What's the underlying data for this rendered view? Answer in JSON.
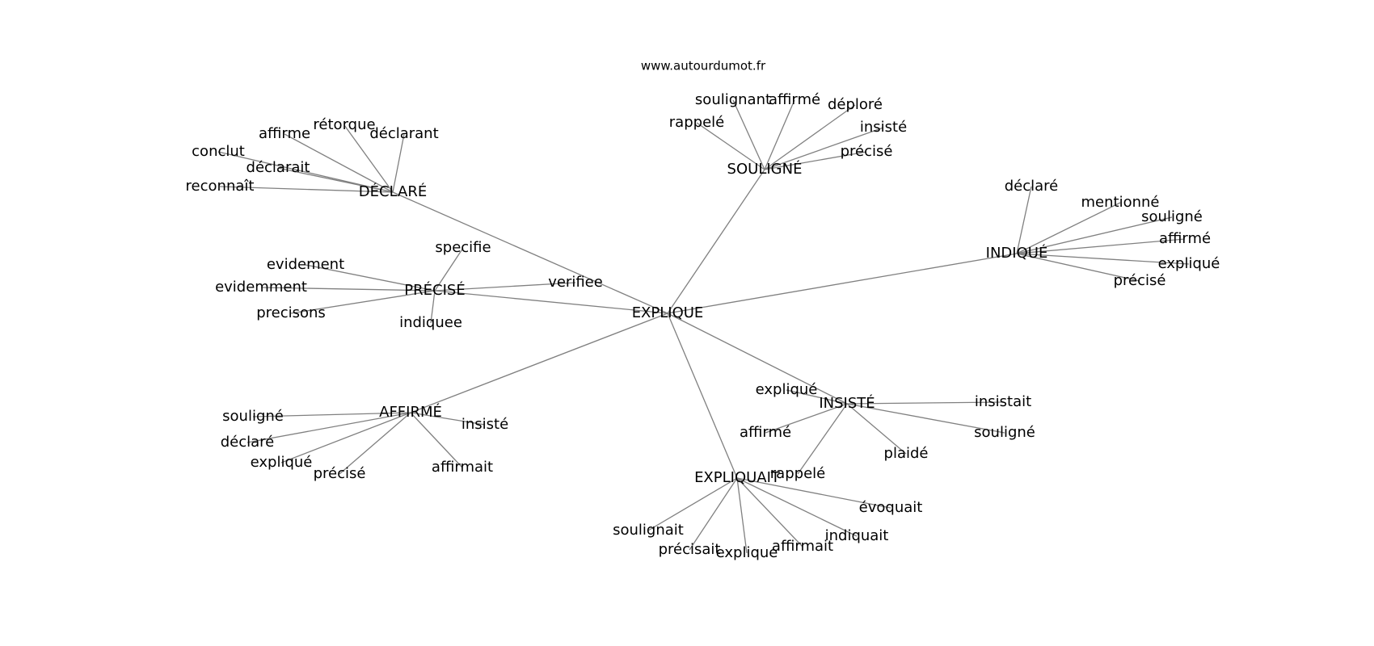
{
  "source": "www.autourdumot.fr",
  "colors": {
    "edge": "#808080",
    "text": "#000000",
    "background": "#ffffff"
  },
  "graph": {
    "center": "EXPLIQUE",
    "groups": [
      {
        "id": "declare",
        "label": "DÉCLARÉ",
        "words": [
          "conclut",
          "affirme",
          "rétorque",
          "déclarant",
          "déclarait",
          "reconnaît"
        ]
      },
      {
        "id": "souligne",
        "label": "SOULIGNÉ",
        "words": [
          "soulignant",
          "affirmé",
          "déploré",
          "rappelé",
          "insisté",
          "précisé"
        ]
      },
      {
        "id": "indique",
        "label": "INDIQUÉ",
        "words": [
          "déclaré",
          "mentionné",
          "souligné",
          "affirmé",
          "expliqué",
          "précisé"
        ]
      },
      {
        "id": "precise",
        "label": "PRÉCISÉ",
        "words": [
          "evidement",
          "specifie",
          "evidemment",
          "precisons",
          "indiquee",
          "verifiee"
        ]
      },
      {
        "id": "affirme",
        "label": "AFFIRMÉ",
        "words": [
          "souligné",
          "insisté",
          "déclaré",
          "expliqué",
          "précisé",
          "affirmait"
        ]
      },
      {
        "id": "insiste",
        "label": "INSISTÉ",
        "words": [
          "expliqué",
          "insistait",
          "affirmé",
          "souligné",
          "plaidé",
          "rappelé"
        ]
      },
      {
        "id": "expliquait",
        "label": "EXPLIQUAIT",
        "words": [
          "évoquait",
          "soulignait",
          "indiquait",
          "précisait",
          "explique",
          "affirmait"
        ]
      }
    ]
  }
}
